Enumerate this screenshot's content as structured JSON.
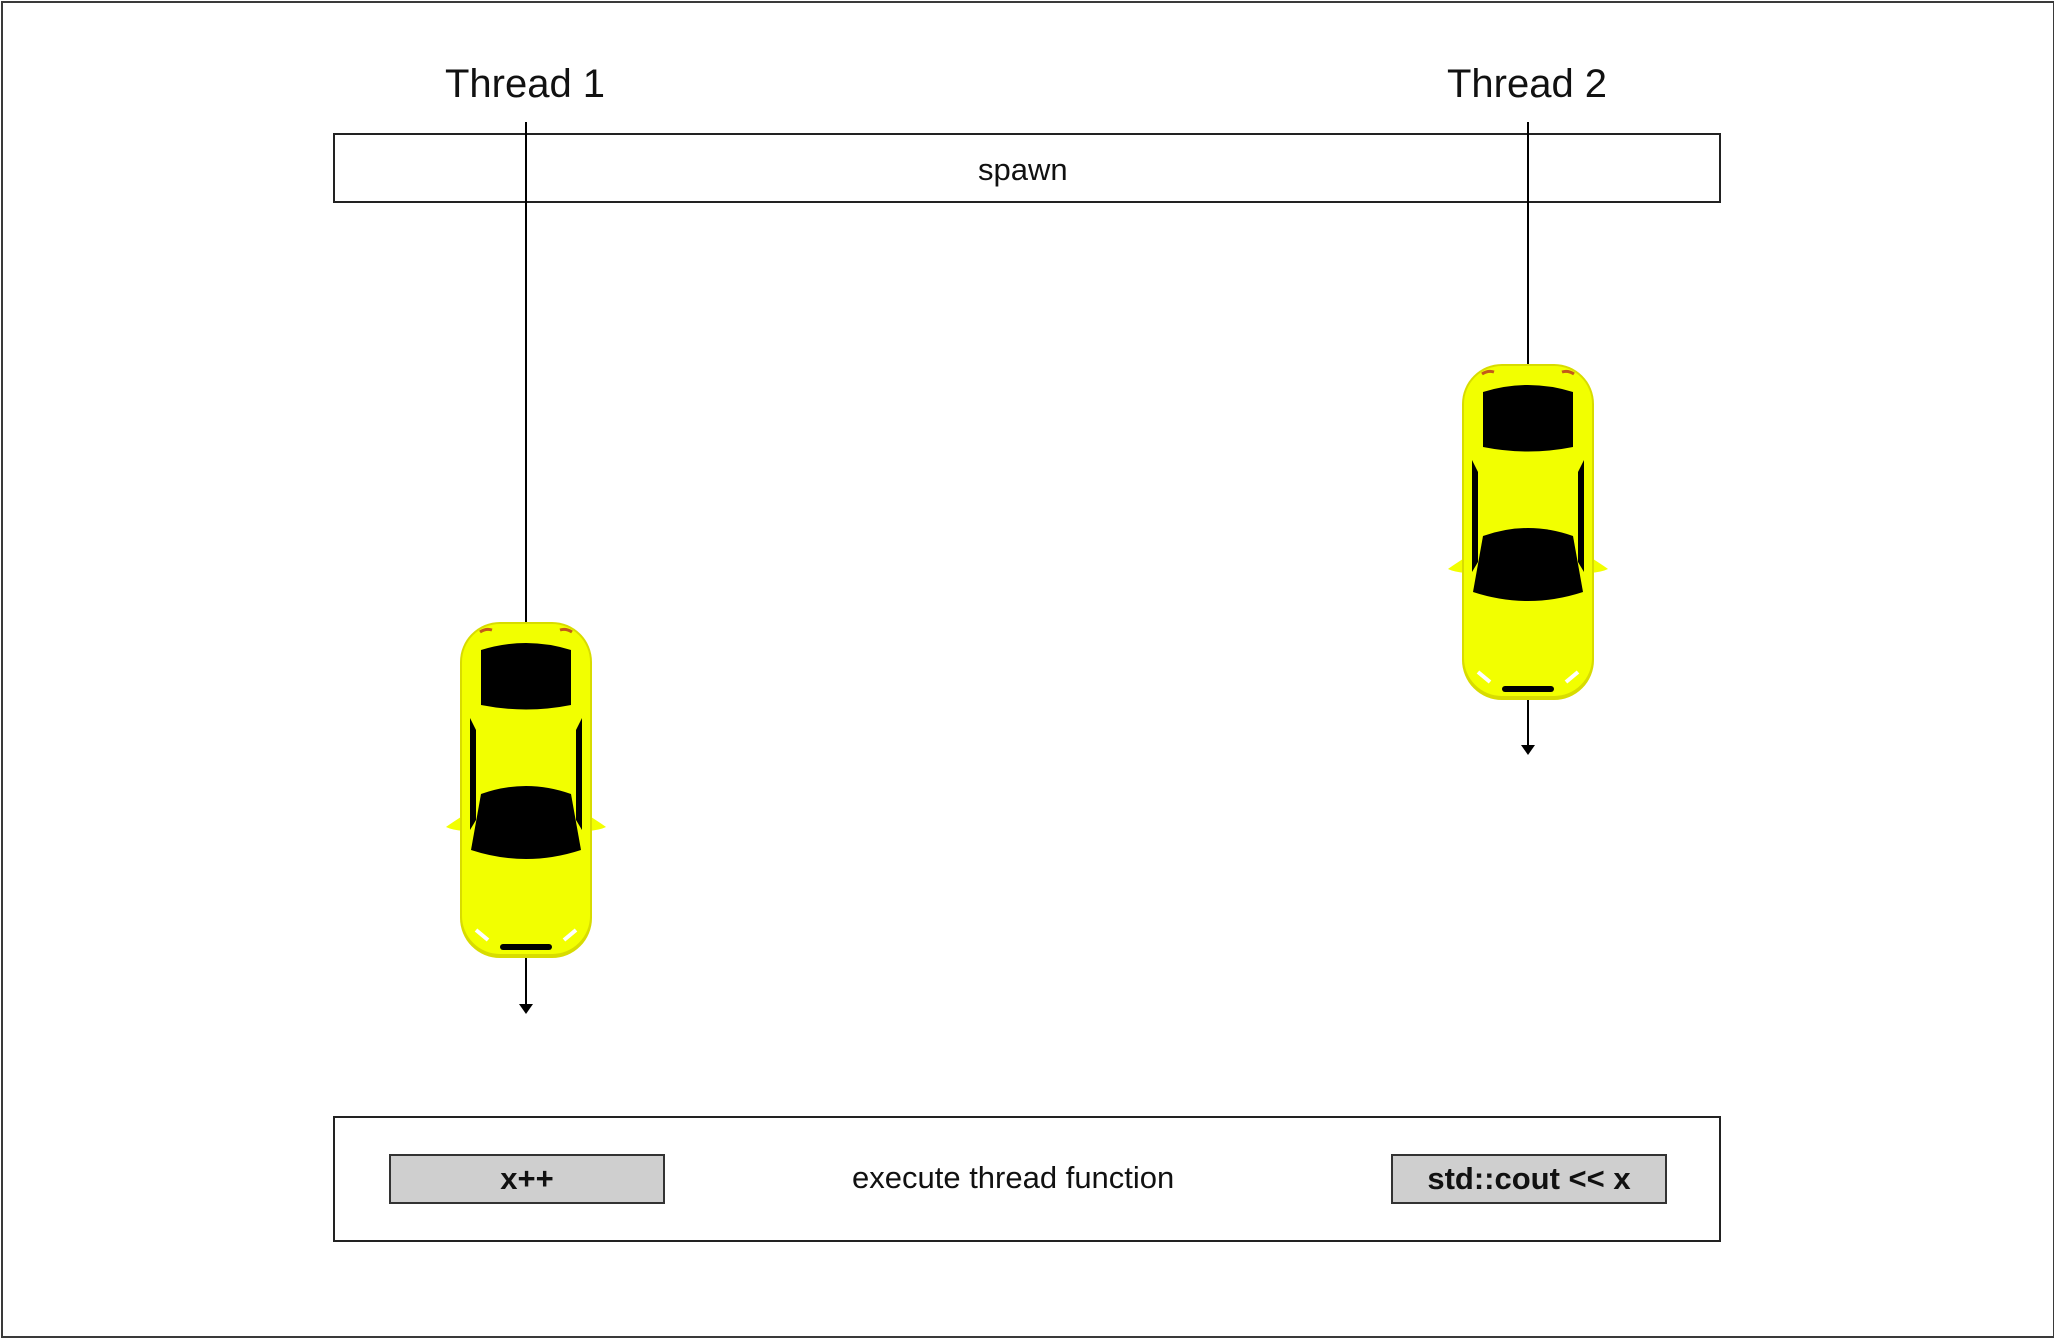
{
  "threads": [
    {
      "label": "Thread 1",
      "op": "x++"
    },
    {
      "label": "Thread 2",
      "op": "std::cout << x"
    }
  ],
  "spawn_label": "spawn",
  "execute_label": "execute thread function",
  "colors": {
    "car_body": "#f2ff00",
    "car_glass": "#000000",
    "line": "#000000"
  },
  "icons": {
    "thread_1": "car-icon",
    "thread_2": "car-icon"
  }
}
